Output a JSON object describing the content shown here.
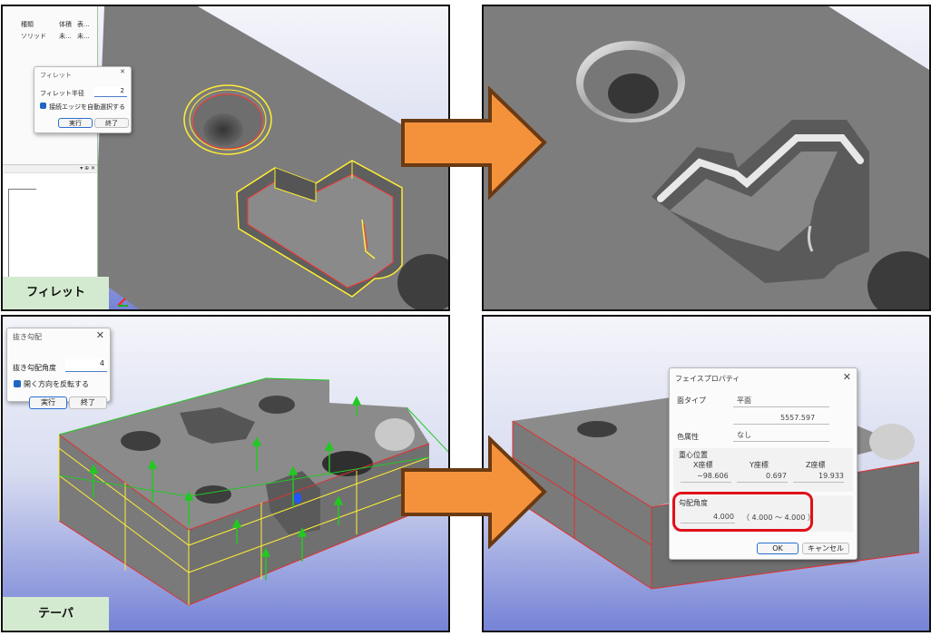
{
  "panels": {
    "fillet_before": {
      "tree": {
        "header": [
          "種類",
          "体積",
          "表..."
        ],
        "row": [
          "ソリッド",
          "未...",
          "未..."
        ]
      },
      "dialog": {
        "title": "フィレット",
        "close": "✕",
        "radius_label": "フィレット半径",
        "radius_value": "2",
        "checkbox_label": "接続エッジを自動選択する",
        "run": "実行",
        "finish": "終了"
      },
      "caption": "フィレット"
    },
    "taper_before": {
      "dialog": {
        "title": "抜き勾配",
        "close": "✕",
        "angle_label": "抜き勾配角度",
        "angle_value": "4",
        "checkbox_label": "開く方向を反転する",
        "run": "実行",
        "finish": "終了"
      },
      "caption": "テーパ"
    },
    "taper_after": {
      "dialog": {
        "title": "フェイスプロパティ",
        "close": "✕",
        "face_type_label": "面タイプ",
        "face_type_value": "平面",
        "area_value": "5557.597",
        "color_attr_label": "色属性",
        "color_attr_value": "なし",
        "centroid_label": "重心位置",
        "x_label": "X座標",
        "y_label": "Y座標",
        "z_label": "Z座標",
        "x_value": "−98.606",
        "y_value": "0.697",
        "z_value": "19.933",
        "draft_label": "勾配角度",
        "draft_value": "4.000",
        "draft_range": "（ 4.000 〜 4.000 ）",
        "ok": "OK",
        "cancel": "キャンセル"
      }
    }
  },
  "colors": {
    "arrow_fill": "#f4923c",
    "arrow_stroke": "#6b3a12",
    "caption_bg": "#d4ead0",
    "highlight_red": "#e0101a",
    "edge_yellow": "#ffee33",
    "vector_green": "#22c822"
  }
}
